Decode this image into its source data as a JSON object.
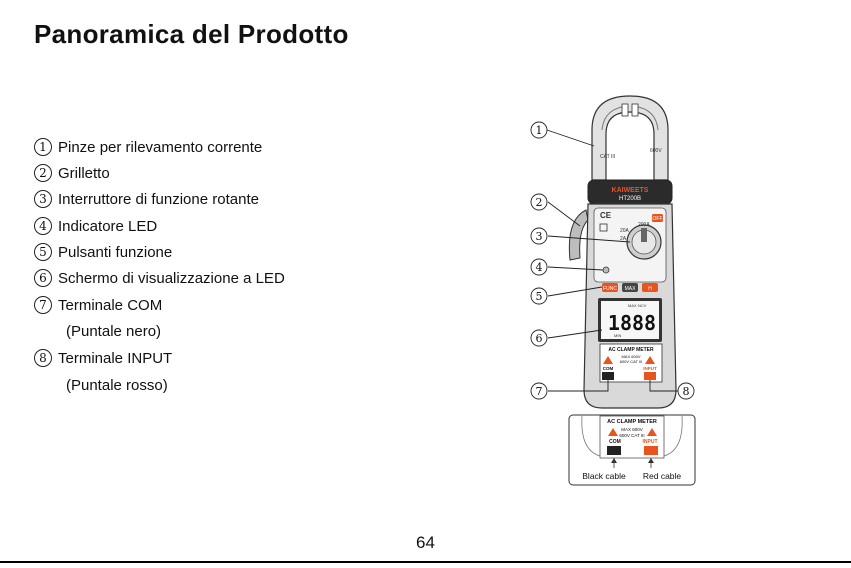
{
  "title": "Panoramica del Prodotto",
  "legend": [
    {
      "number": "1",
      "text": "Pinze per rilevamento corrente"
    },
    {
      "number": "2",
      "text": "Grilletto"
    },
    {
      "number": "3",
      "text": "Interruttore di funzione rotante"
    },
    {
      "number": "4",
      "text": "Indicatore LED"
    },
    {
      "number": "5",
      "text": "Pulsanti funzione"
    },
    {
      "number": "6",
      "text": "Schermo di visualizzazione a LED"
    },
    {
      "number": "7",
      "text": "Terminale COM",
      "sub": "(Puntale nero)"
    },
    {
      "number": "8",
      "text": "Terminale INPUT",
      "sub": "(Puntale rosso)"
    }
  ],
  "device": {
    "brand": "KAIWEETS",
    "model": "HT200B",
    "off_label": "OFF",
    "range_200a": "200A",
    "range_20a": "20A",
    "range_2a": "2A",
    "func_button": "FUNC",
    "max_button": "MAX",
    "hold_button": "H",
    "lcd_digits": "1888",
    "lcd_max": "MAX",
    "lcd_min": "MIN",
    "lcd_ncv": "NCV",
    "panel_title": "AC CLAMP METER",
    "max_rating": "MAX 600V",
    "cat_rating": "600V CAT III",
    "com_label": "COM",
    "input_label": "INPUT",
    "cat_label": "CAT III",
    "cat_value": "600V"
  },
  "detail": {
    "panel_title": "AC CLAMP METER",
    "max_rating": "MAX 600V",
    "cat_rating": "600V CAT III",
    "com_label": "COM",
    "input_label": "INPUT",
    "black_cable": "Black cable",
    "red_cable": "Red cable"
  },
  "callouts": [
    "1",
    "2",
    "3",
    "4",
    "5",
    "6",
    "7",
    "8"
  ],
  "colors": {
    "accent": "#e8541e",
    "device_body": "#d9d9d9",
    "device_dark": "#2b2b2b"
  },
  "page_number": "64"
}
